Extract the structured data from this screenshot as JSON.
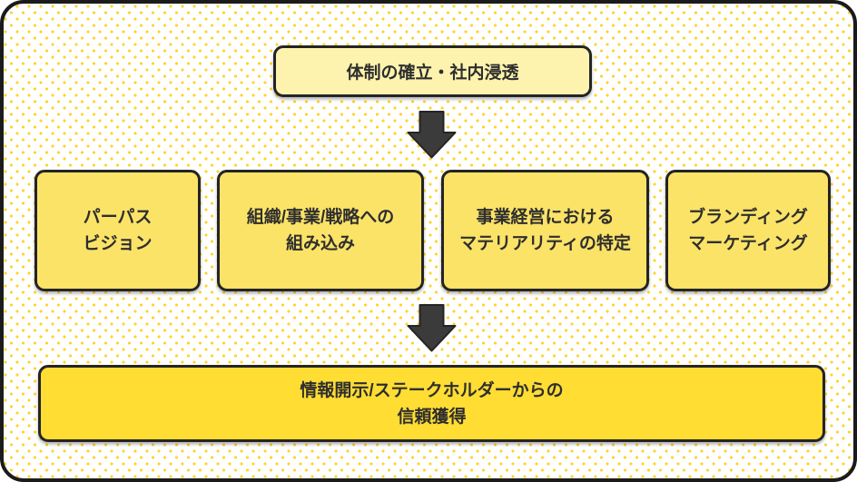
{
  "diagram": {
    "top_box": {
      "label": "体制の確立・社内浸透"
    },
    "middle_boxes": [
      {
        "line1": "パーパス",
        "line2": "ビジョン"
      },
      {
        "line1": "組織/事業/戦略への",
        "line2": "組み込み"
      },
      {
        "line1": "事業経営における",
        "line2": "マテリアリティの特定"
      },
      {
        "line1": "ブランディング",
        "line2": "マーケティング"
      }
    ],
    "bottom_box": {
      "line1": "情報開示/ステークホルダーからの",
      "line2": "信頼獲得"
    },
    "icons": {
      "flow_arrow_top": "down-arrow",
      "flow_arrow_bottom": "down-arrow"
    },
    "colors": {
      "background": "#FFFFFF",
      "dot": "#FFD428",
      "outer_border": "#1B1B1B",
      "box_border": "#242424",
      "top_box_fill": "#FDF3AE",
      "middle_box_fill": "#FBE368",
      "bottom_box_fill": "#FFDD33",
      "arrow_fill": "#3B3B3B",
      "text": "#2E2E2E"
    }
  }
}
